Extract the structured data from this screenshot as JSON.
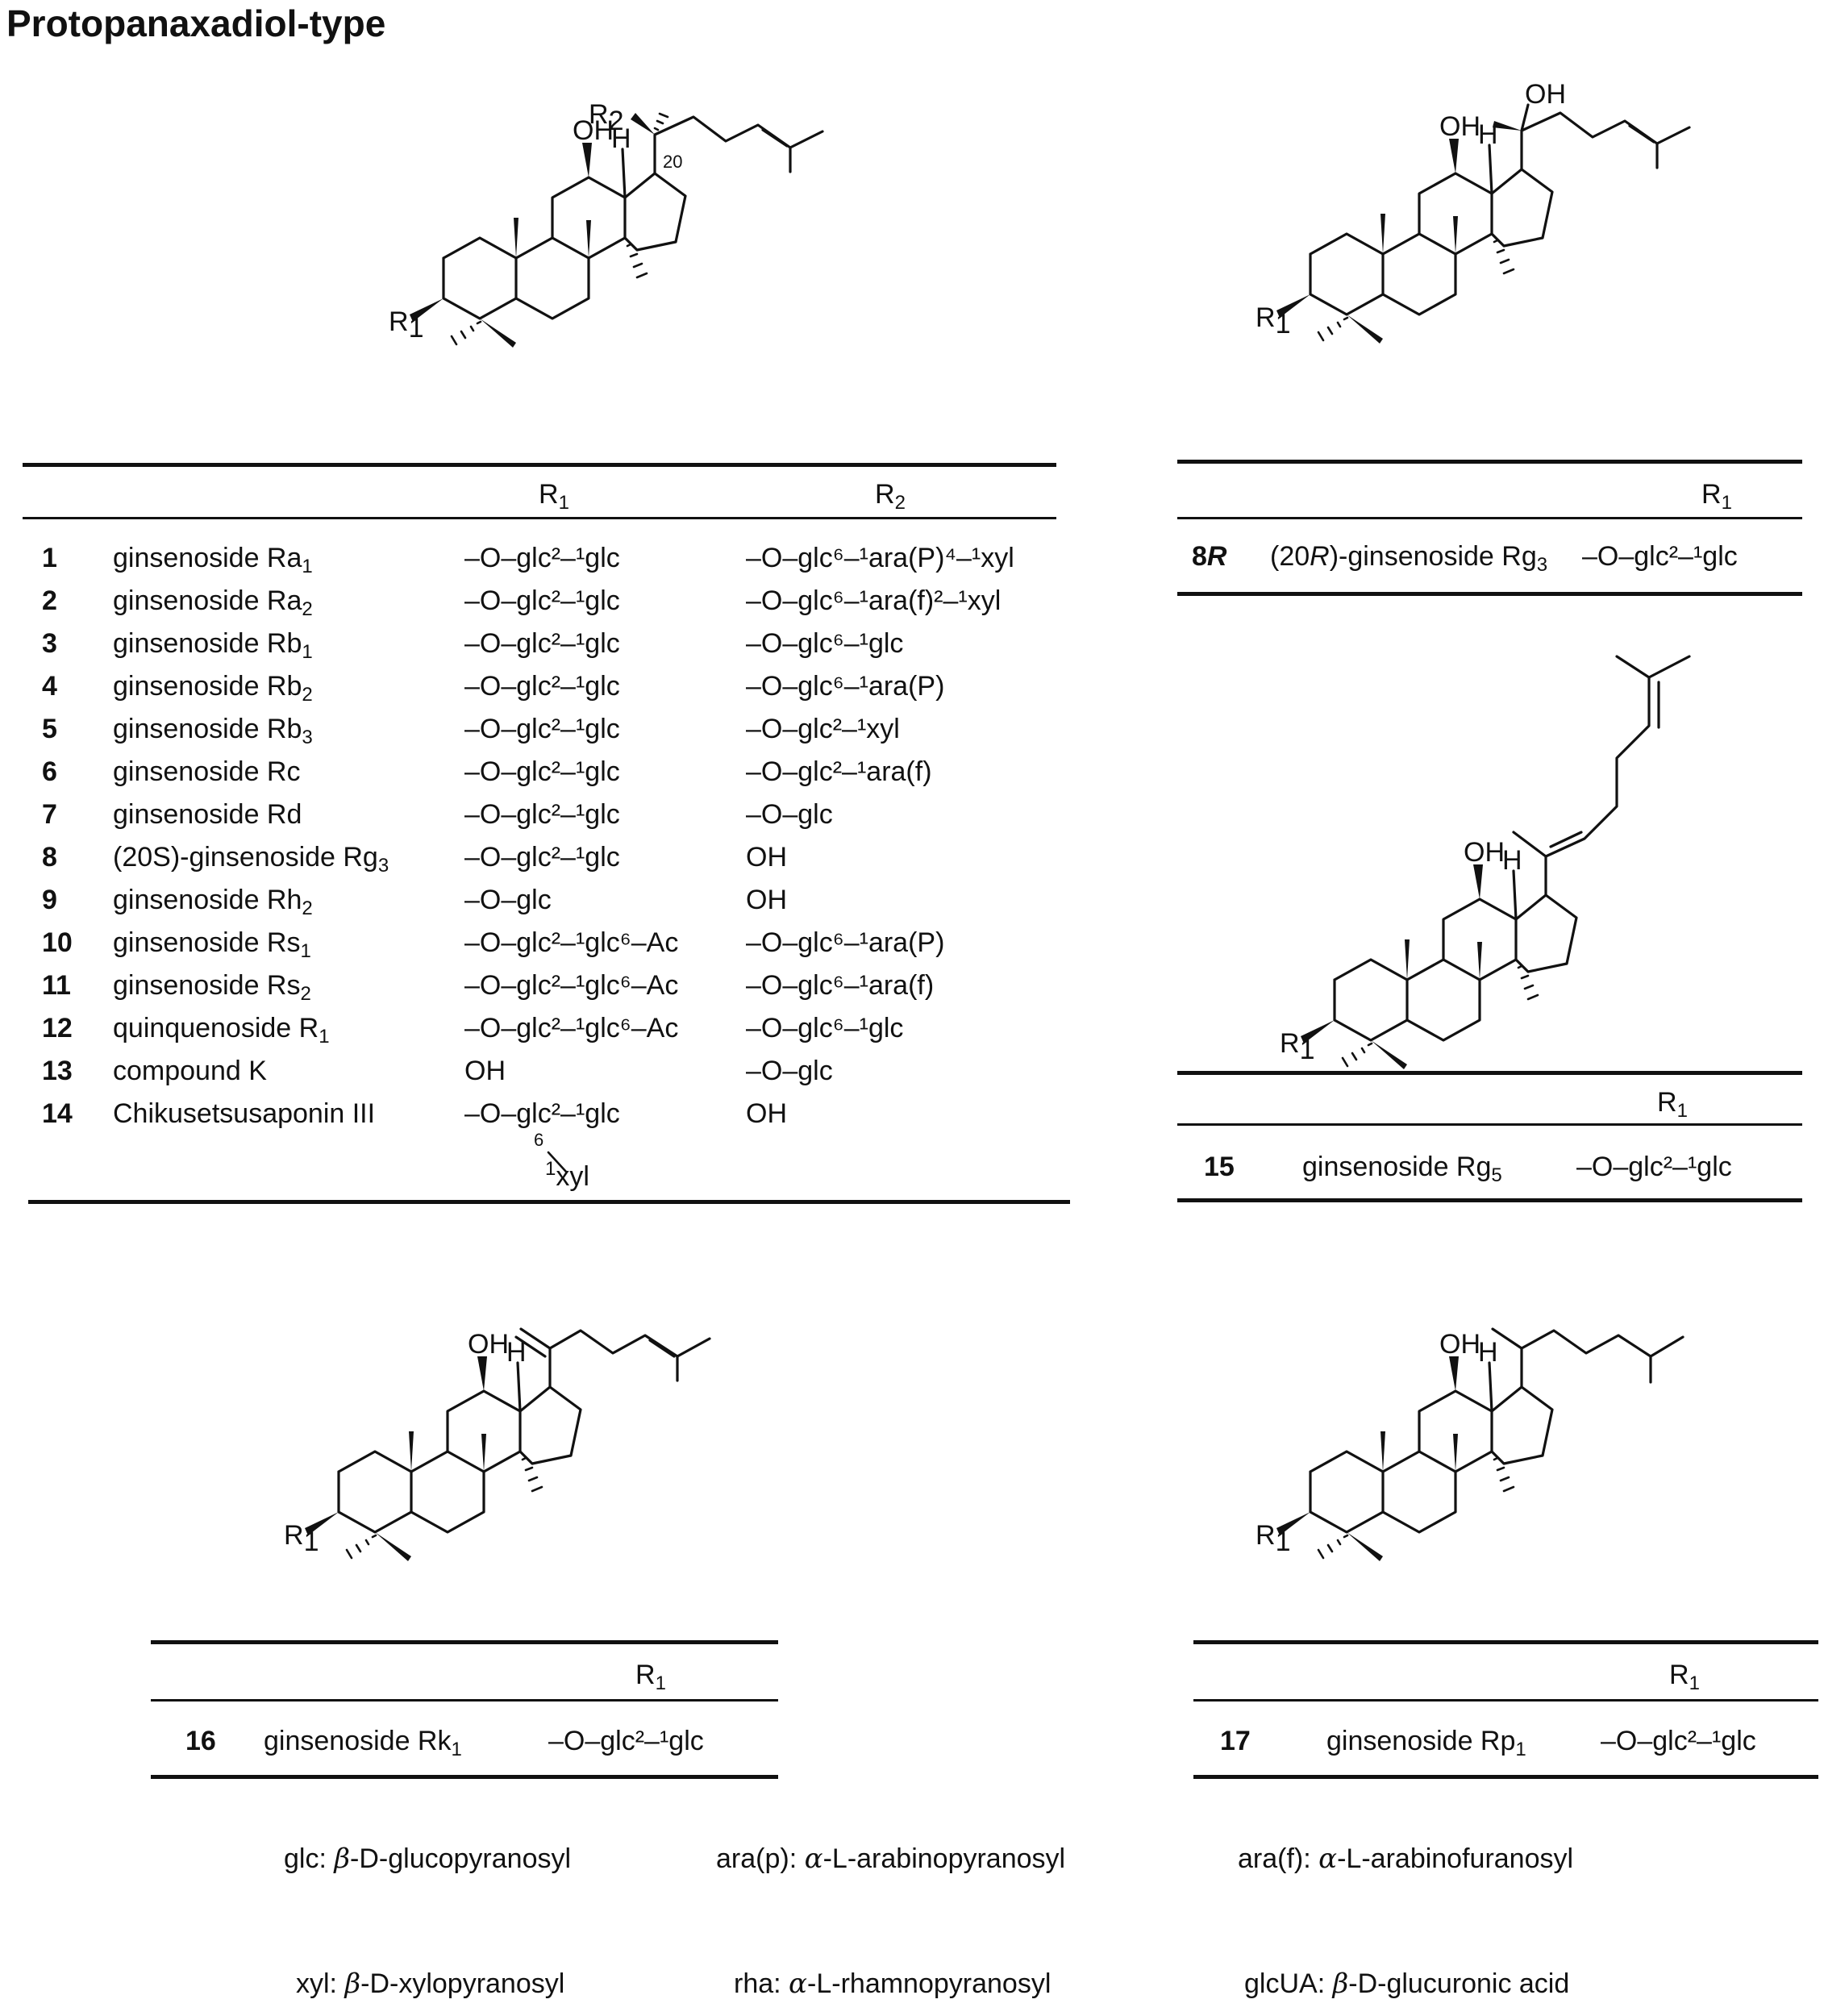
{
  "title": "Protopanaxadiol-type",
  "labels": {
    "R1": "R",
    "R1_sub": "1",
    "R2": "R",
    "R2_sub": "2",
    "OH": "OH",
    "H": "H",
    "c20": "20",
    "c6": "6",
    "xyl_branch": "xyl",
    "xyl_branch_sup": "1"
  },
  "main_table": {
    "header_r1": "R1",
    "header_r2": "R2",
    "rows": [
      {
        "num": "1",
        "name": "ginsenoside Ra",
        "name_sub": "1",
        "r1": "–O–glc²–¹glc",
        "r2": "–O–glc⁶–¹ara(P)⁴–¹xyl"
      },
      {
        "num": "2",
        "name": "ginsenoside Ra",
        "name_sub": "2",
        "r1": "–O–glc²–¹glc",
        "r2": "–O–glc⁶–¹ara(f)²–¹xyl"
      },
      {
        "num": "3",
        "name": "ginsenoside Rb",
        "name_sub": "1",
        "r1": "–O–glc²–¹glc",
        "r2": "–O–glc⁶–¹glc"
      },
      {
        "num": "4",
        "name": "ginsenoside Rb",
        "name_sub": "2",
        "r1": "–O–glc²–¹glc",
        "r2": "–O–glc⁶–¹ara(P)"
      },
      {
        "num": "5",
        "name": "ginsenoside Rb",
        "name_sub": "3",
        "r1": "–O–glc²–¹glc",
        "r2": "–O–glc²–¹xyl"
      },
      {
        "num": "6",
        "name": "ginsenoside Rc",
        "name_sub": "",
        "r1": "–O–glc²–¹glc",
        "r2": "–O–glc²–¹ara(f)"
      },
      {
        "num": "7",
        "name": "ginsenoside Rd",
        "name_sub": "",
        "r1": "–O–glc²–¹glc",
        "r2": "–O–glc"
      },
      {
        "num": "8",
        "name": "(20S)-ginsenoside Rg",
        "name_sub": "3",
        "r1": "–O–glc²–¹glc",
        "r2": "OH"
      },
      {
        "num": "9",
        "name": "ginsenoside Rh",
        "name_sub": "2",
        "r1": "–O–glc",
        "r2": "OH"
      },
      {
        "num": "10",
        "name": "ginsenoside Rs",
        "name_sub": "1",
        "r1": "–O–glc²–¹glc⁶–Ac",
        "r2": "–O–glc⁶–¹ara(P)"
      },
      {
        "num": "11",
        "name": "ginsenoside Rs",
        "name_sub": "2",
        "r1": "–O–glc²–¹glc⁶–Ac",
        "r2": "–O–glc⁶–¹ara(f)"
      },
      {
        "num": "12",
        "name": "quinquenoside R",
        "name_sub": "1",
        "r1": "–O–glc²–¹glc⁶–Ac",
        "r2": "–O–glc⁶–¹glc"
      },
      {
        "num": "13",
        "name": "compound K",
        "name_sub": "",
        "r1": "OH",
        "r2": "–O–glc"
      },
      {
        "num": "14",
        "name": "Chikusetsusaponin III",
        "name_sub": "",
        "r1": "–O–glc²–¹glc",
        "r2": "OH"
      }
    ]
  },
  "small_tables": [
    {
      "id": "8R",
      "num": "8R",
      "name": "(20R)-ginsenoside Rg",
      "name_sub": "3",
      "header": "R1",
      "r1": "–O–glc²–¹glc"
    },
    {
      "id": "15",
      "num": "15",
      "name": "ginsenoside Rg",
      "name_sub": "5",
      "header": "R1",
      "r1": "–O–glc²–¹glc"
    },
    {
      "id": "16",
      "num": "16",
      "name": "ginsenoside Rk",
      "name_sub": "1",
      "header": "R1",
      "r1": "–O–glc²–¹glc"
    },
    {
      "id": "17",
      "num": "17",
      "name": "ginsenoside Rp",
      "name_sub": "1",
      "header": "R1",
      "r1": "–O–glc²–¹glc"
    }
  ],
  "legend": [
    {
      "abbr": "glc:",
      "greek": "β",
      "config": "D",
      "name": "glucopyranosyl"
    },
    {
      "abbr": "ara(p):",
      "greek": "α",
      "config": "L",
      "name": "arabinopyranosyl"
    },
    {
      "abbr": "ara(f):",
      "greek": "α",
      "config": "L",
      "name": "arabinofuranosyl"
    },
    {
      "abbr": "xyl:",
      "greek": "β",
      "config": "D",
      "name": "xylopyranosyl"
    },
    {
      "abbr": "rha:",
      "greek": "α",
      "config": "L",
      "name": "rhamnopyranosyl"
    },
    {
      "abbr": "glcUA:",
      "greek": "β",
      "config": "D",
      "name": "glucuronic acid"
    }
  ]
}
